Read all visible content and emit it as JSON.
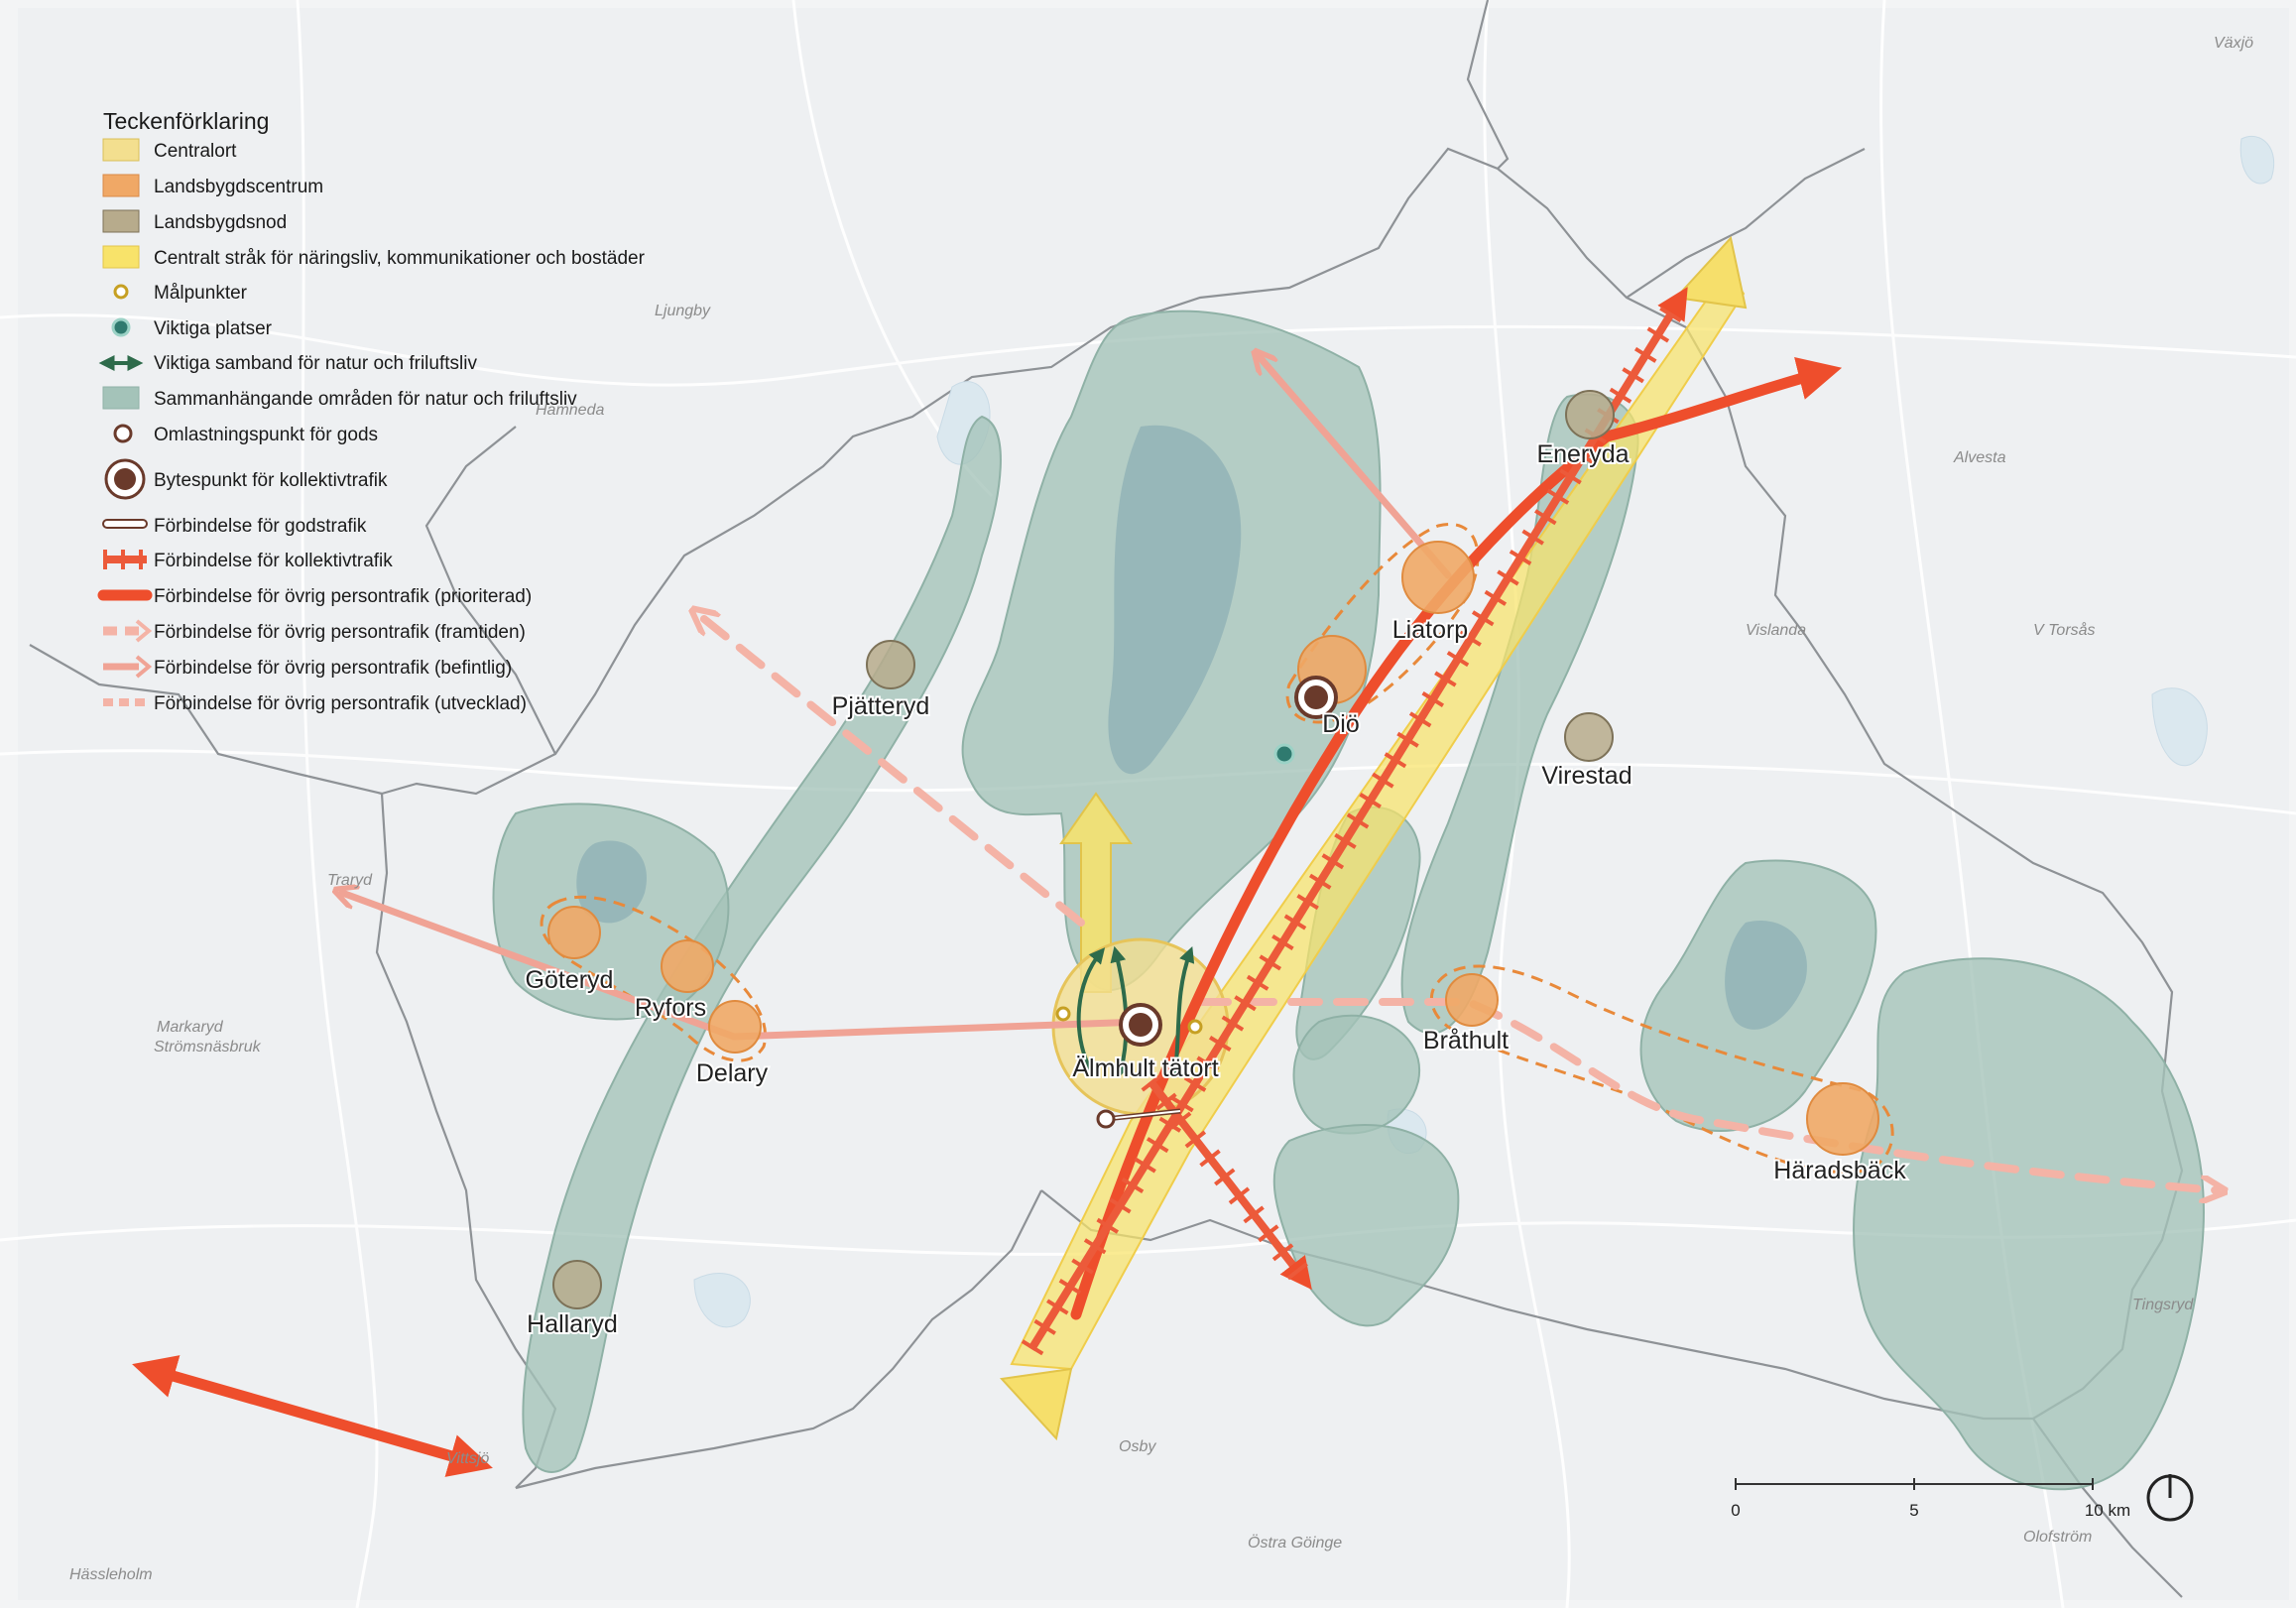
{
  "legend": {
    "title": "Teckenförklaring",
    "items": [
      {
        "label": "Centralort",
        "symbol": "centralort-swatch"
      },
      {
        "label": "Landsbygdscentrum",
        "symbol": "landsbygdscentrum-swatch"
      },
      {
        "label": "Landsbygdsnod",
        "symbol": "landsbygdsnod-swatch"
      },
      {
        "label": "Centralt stråk för näringsliv, kommunikationer och bostäder",
        "symbol": "centralt-strak-swatch"
      },
      {
        "label": "Målpunkter",
        "symbol": "malpunkt-icon"
      },
      {
        "label": "Viktiga platser",
        "symbol": "viktig-plats-icon"
      },
      {
        "label": "Viktiga samband för natur och friluftsliv",
        "symbol": "double-arrow-green-icon"
      },
      {
        "label": "Sammanhängande områden för natur och friluftsliv",
        "symbol": "nature-area-swatch"
      },
      {
        "label": "Omlastningspunkt för gods",
        "symbol": "omlastning-icon"
      },
      {
        "label": "Bytespunkt för kollektivtrafik",
        "symbol": "bytespunkt-icon"
      },
      {
        "label": "Förbindelse för godstrafik",
        "symbol": "godstrafik-line"
      },
      {
        "label": "Förbindelse för kollektivtrafik",
        "symbol": "kollektivtrafik-line"
      },
      {
        "label": "Förbindelse för övrig persontrafik (prioriterad)",
        "symbol": "prioriterad-line"
      },
      {
        "label": "Förbindelse för övrig persontrafik (framtiden)",
        "symbol": "framtiden-line"
      },
      {
        "label": "Förbindelse för övrig persontrafik (befintlig)",
        "symbol": "befintlig-line"
      },
      {
        "label": "Förbindelse för övrig persontrafik (utvecklad)",
        "symbol": "utvecklad-line"
      }
    ]
  },
  "places": {
    "almhult": "Älmhult tätort",
    "dio": "Diö",
    "liatorp": "Liatorp",
    "eneryda": "Eneryda",
    "virestad": "Virestad",
    "pjatteryd": "Pjätteryd",
    "goteryd": "Göteryd",
    "ryfors": "Ryfors",
    "delary": "Delary",
    "hallaryd": "Hallaryd",
    "brathult": "Bråthult",
    "haradsback": "Häradsbäck"
  },
  "basemap_labels": {
    "ljungby": "Ljungby",
    "alvesta": "Alvesta",
    "vaxjo": "Växjö",
    "markaryd": "Markaryd",
    "stromsnasbruk": "Strömsnäsbruk",
    "hassleholm": "Hässleholm",
    "osby": "Osby",
    "ostra_goinge": "Östra Göinge",
    "olofstrom": "Olofström",
    "tingsryd": "Tingsryd",
    "vislanda": "Vislanda",
    "hamneda": "Hamneda",
    "urshult": "V Torsås",
    "traryd": "Traryd",
    "vittsjo": "Vittsjö"
  },
  "scale_bar": {
    "ticks": [
      "0",
      "5",
      "10 km"
    ],
    "max_km": 10
  },
  "north_arrow": {
    "icon": "north-arrow-icon"
  },
  "colors": {
    "centralort": "#f3df8f",
    "landsbygdscentrum": "#f0a866",
    "landsbygdsnod": "#b7ab8c",
    "centralt_strak": "#f8e36a",
    "nature": "#9fbfb4",
    "kollektiv": "#ec5a3a",
    "prioriterad": "#ee4e2c",
    "befintlig": "#f0a395",
    "green_link": "#2e6b4b",
    "bytespunkt": "#6a3a2b",
    "target": "#c6a023"
  }
}
